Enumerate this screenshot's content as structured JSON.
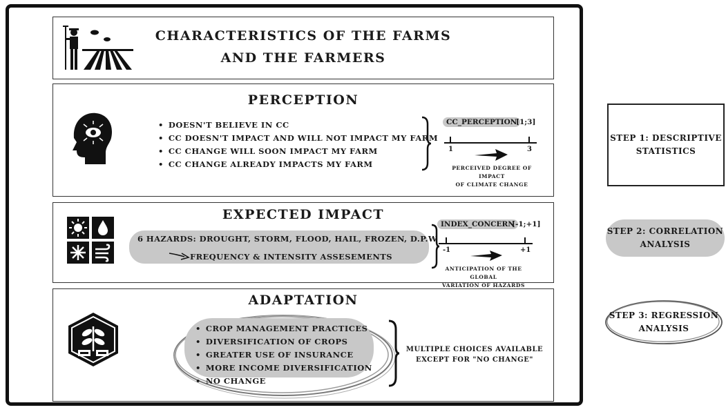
{
  "header": {
    "title_line1": "Characteristics of the farms",
    "title_line2": "and the farmers",
    "icon": "farmer-field-icon"
  },
  "perception": {
    "title": "Perception",
    "icon": "head-eye-icon",
    "items": [
      "Doesn't believe in CC",
      "CC doesn't impact and will not impact my farm",
      "CC change will soon impact my farm",
      "CC change already impacts my farm"
    ],
    "variable": "CC_PERCEPTION",
    "range": "[1;3]",
    "scale_min": "1",
    "scale_max": "3",
    "caption_line1": "Perceived degree of impact",
    "caption_line2": "of climate change"
  },
  "impact": {
    "title": "Expected impact",
    "icons": [
      "sun-icon",
      "water-drop-icon",
      "snowflake-icon",
      "wind-icon"
    ],
    "hazards": "6 Hazards: Drought, Storm, Flood, Hail, Frozen, D.P.W",
    "assessments": "Frequency & intensity assesements",
    "variable": "INDEX_CONCERN",
    "range": "[-1;+1]",
    "scale_min": "-1",
    "scale_max": "+1",
    "caption_line1": "Anticipation of the global",
    "caption_line2": "variation of hazards"
  },
  "adaptation": {
    "title": "Adaptation",
    "icon": "plant-hexagon-icon",
    "items": [
      "Crop management practices",
      "Diversification of crops",
      "Greater use of insurance",
      "More income diversification",
      "No change"
    ],
    "note_line1": "Multiple choices available",
    "note_line2": "except for \"No change\""
  },
  "steps": [
    {
      "line1": "Step 1: Descriptive",
      "line2": "statistics"
    },
    {
      "line1": "Step 2: Correlation",
      "line2": "analysis"
    },
    {
      "line1": "Step 3: Regression",
      "line2": "analysis"
    }
  ],
  "colors": {
    "highlight": "#c8c8c8",
    "ink": "#111111"
  }
}
